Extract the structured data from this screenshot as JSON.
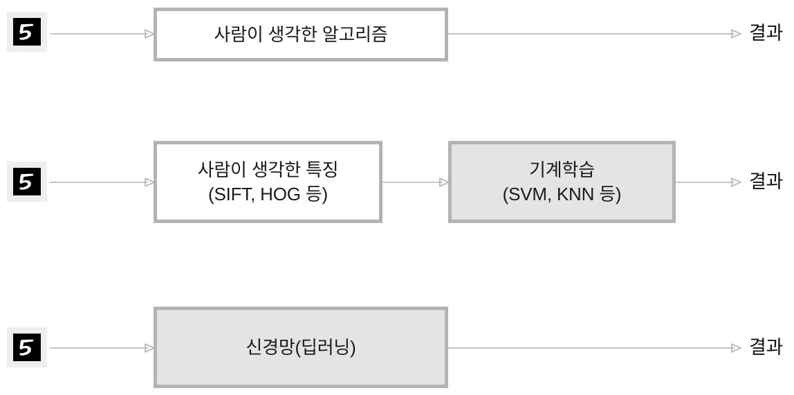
{
  "diagram": {
    "title": "",
    "colors": {
      "box_border": "#b3b3b3",
      "box_fill_white": "#ffffff",
      "box_fill_gray": "#e4e4e4",
      "arrow": "#b3b3b3",
      "text": "#1a1a1a",
      "thumb_frame": "#eeeeee",
      "thumb_background": "#000000",
      "thumb_stroke": "#ffffff"
    },
    "rows": [
      {
        "id": "row-rule-based",
        "thumbnail": {
          "icon": "mnist-digit-5-image",
          "digit": "5"
        },
        "boxes": [
          {
            "id": "box-human-algorithm",
            "label": "사람이 생각한 알고리즘",
            "fill": "white"
          }
        ],
        "result": "결과"
      },
      {
        "id": "row-classic-machine-learning",
        "thumbnail": {
          "icon": "mnist-digit-5-image",
          "digit": "5"
        },
        "boxes": [
          {
            "id": "box-human-features",
            "label": "사람이 생각한 특징\n(SIFT, HOG 등)",
            "fill": "white"
          },
          {
            "id": "box-machine-learning",
            "label": "기계학습\n(SVM, KNN 등)",
            "fill": "gray"
          }
        ],
        "result": "결과"
      },
      {
        "id": "row-deep-learning",
        "thumbnail": {
          "icon": "mnist-digit-5-image",
          "digit": "5"
        },
        "boxes": [
          {
            "id": "box-neural-network",
            "label": "신경망(딥러닝)",
            "fill": "gray"
          }
        ],
        "result": "결과"
      }
    ]
  }
}
